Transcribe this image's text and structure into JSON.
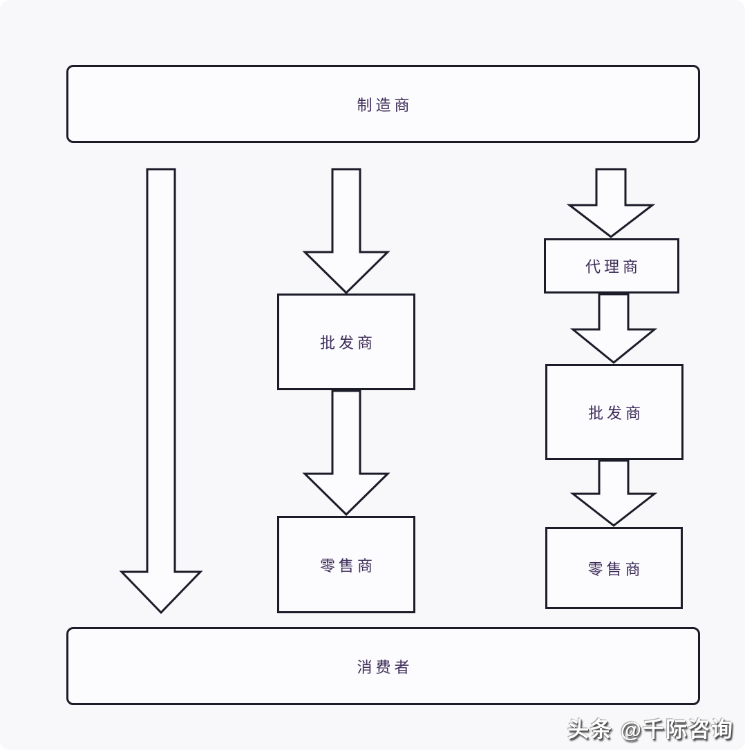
{
  "diagram": {
    "title": "distribution-channels-flowchart",
    "nodes": {
      "manufacturer": {
        "label": "制造商"
      },
      "wholesaler_mid": {
        "label": "批发商"
      },
      "retailer_mid": {
        "label": "零售商"
      },
      "agent": {
        "label": "代理商"
      },
      "wholesaler_right": {
        "label": "批发商"
      },
      "retailer_right": {
        "label": "零售商"
      },
      "consumer": {
        "label": "消费者"
      }
    },
    "edges": [
      {
        "from": "制造商",
        "to": "消费者",
        "channel": "direct"
      },
      {
        "from": "制造商",
        "to": "批发商",
        "channel": "two-level"
      },
      {
        "from": "批发商",
        "to": "零售商",
        "channel": "two-level"
      },
      {
        "from": "制造商",
        "to": "代理商",
        "channel": "three-level"
      },
      {
        "from": "代理商",
        "to": "批发商",
        "channel": "three-level"
      },
      {
        "from": "批发商",
        "to": "零售商",
        "channel": "three-level"
      }
    ]
  },
  "watermark": {
    "text": "头条 @千际咨询"
  },
  "colors": {
    "stroke": "#1c1c29",
    "text": "#3c2b58",
    "background": "#f8f8fb",
    "box_fill": "#fcfcfe",
    "watermark_color": "#ffffff",
    "watermark_shadow": "#454545"
  }
}
